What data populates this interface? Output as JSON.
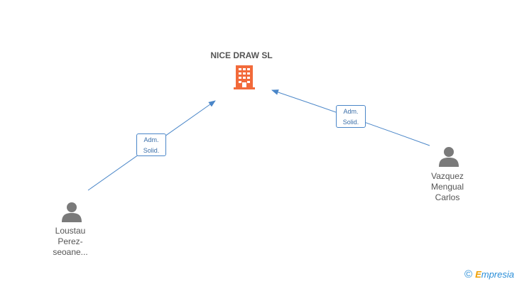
{
  "company": {
    "name": "NICE DRAW SL"
  },
  "persons": [
    {
      "id": "loustau",
      "name_lines": [
        "Loustau",
        "Perez-",
        "seoane..."
      ]
    },
    {
      "id": "vazquez",
      "name_lines": [
        "Vazquez",
        "Mengual",
        "Carlos"
      ]
    }
  ],
  "relations": [
    {
      "from": "loustau",
      "line1": "Adm.",
      "line2": "Solid."
    },
    {
      "from": "vazquez",
      "line1": "Adm.",
      "line2": "Solid."
    }
  ],
  "footer": {
    "copyright_symbol": "©",
    "brand_first": "E",
    "brand_rest": "mpresia"
  },
  "colors": {
    "company_icon": "#f26a3a",
    "person_icon": "#7a7a7a",
    "edge": "#4a86c8"
  },
  "icons": {
    "company": "building-icon",
    "person": "person-icon"
  }
}
